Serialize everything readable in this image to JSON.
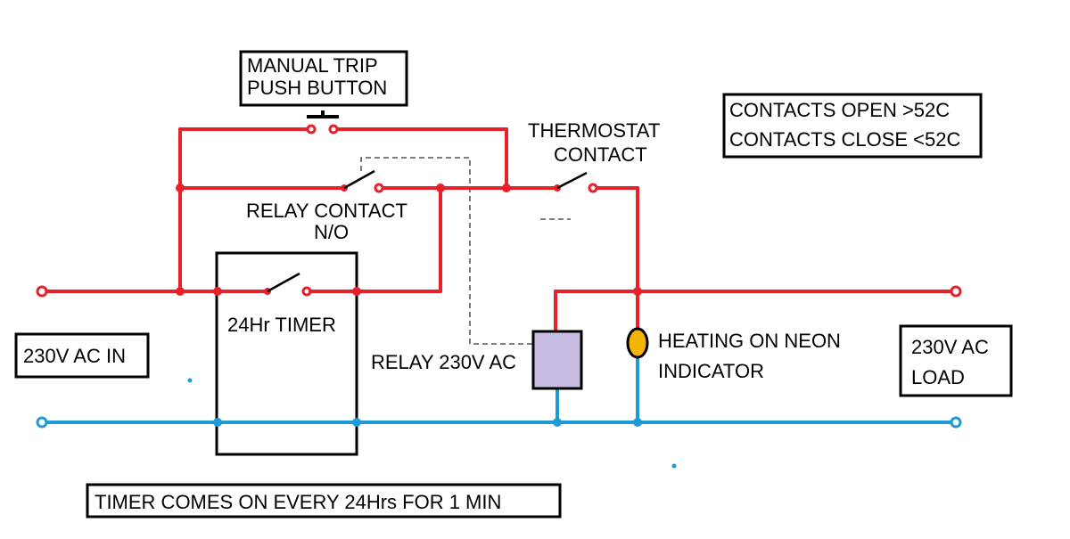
{
  "labels": {
    "manual_trip_line1": "MANUAL TRIP",
    "manual_trip_line2": "PUSH BUTTON",
    "thermostat_line1": "THERMOSTAT",
    "thermostat_line2": "CONTACT",
    "contacts_open": "CONTACTS OPEN >52C",
    "contacts_close": "CONTACTS CLOSE <52C",
    "relay_contact_line1": "RELAY CONTACT",
    "relay_contact_line2": "N/O",
    "timer": "24Hr TIMER",
    "ac_in": "230V AC IN",
    "relay": "RELAY 230V AC",
    "neon_line1": "HEATING ON NEON",
    "neon_line2": "INDICATOR",
    "load_line1": "230V AC",
    "load_line2": "LOAD",
    "timer_note": "TIMER COMES ON EVERY 24Hrs FOR 1 MIN"
  },
  "colors": {
    "live_wire": "#e8202a",
    "neutral_wire": "#1e9bd7",
    "relay_coil": "#c8bde0",
    "neon_lamp": "#f5b400"
  }
}
